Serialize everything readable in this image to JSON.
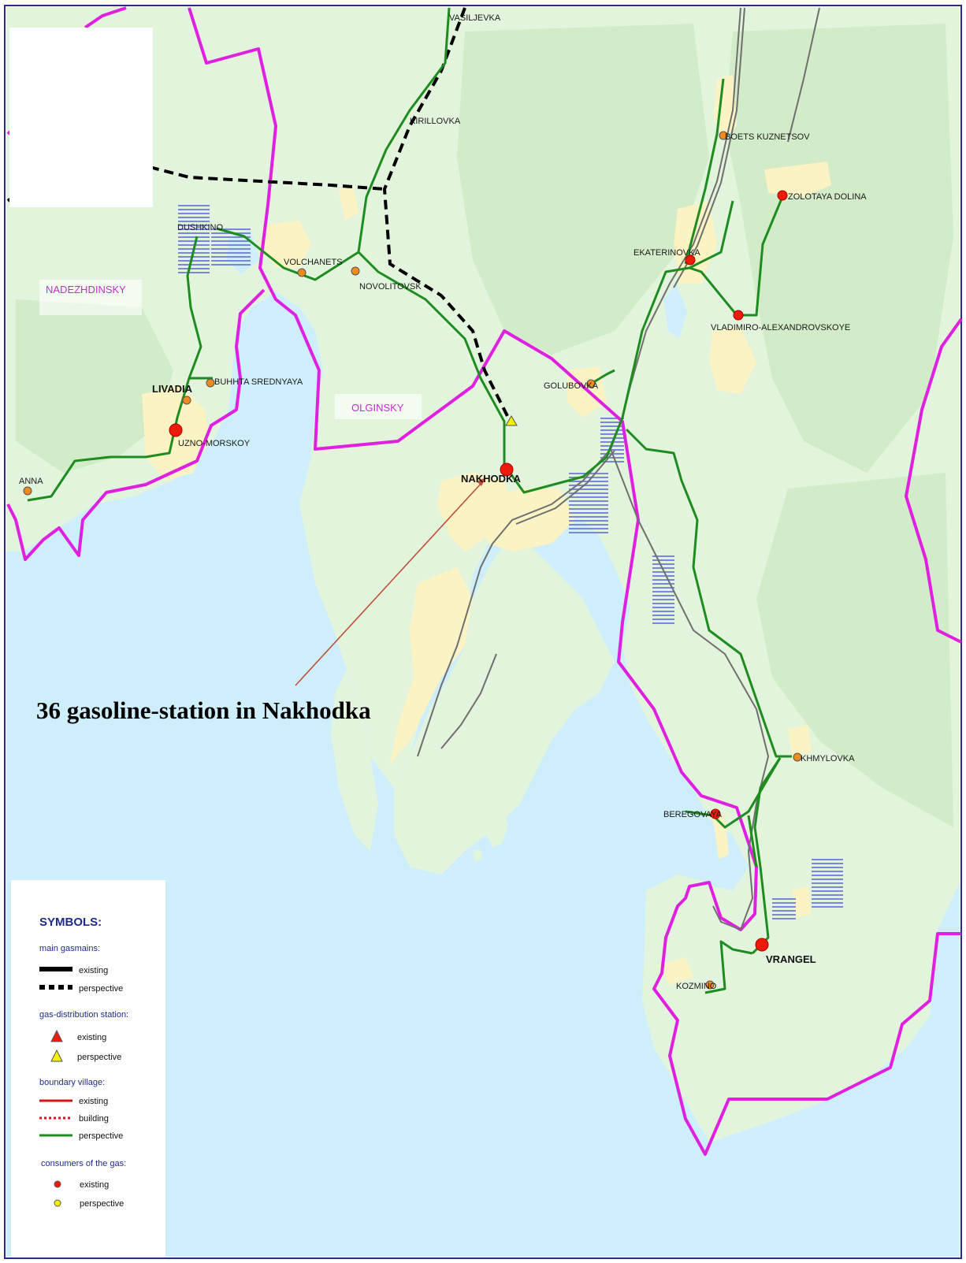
{
  "colors": {
    "sea": "#cdeefa",
    "land": "#e3f4dd",
    "forest": "#d2ebc8",
    "settlement": "#fbf3c4",
    "district_boundary": "#e020e0",
    "gas_perspective": "#1e8c1e",
    "gas_main": "#000000",
    "road": "#707070",
    "existing_red": "#ee1a0a",
    "perspective_orange": "#ef8a1c",
    "perspective_yellow": "#f4f000"
  },
  "districts": [
    {
      "id": "nadezhdinsky",
      "label": "NADEZHDINSKY"
    },
    {
      "id": "olginsky",
      "label": "OLGINSKY"
    }
  ],
  "places": [
    {
      "id": "vasiljevka",
      "label": "VASILJEVKA",
      "status": "none"
    },
    {
      "id": "kirillovka",
      "label": "KIRILLOVKA",
      "status": "none"
    },
    {
      "id": "boets-kuznetsov",
      "label": "BOETS KUZNETSOV",
      "status": "perspective"
    },
    {
      "id": "zolotaya-dolina",
      "label": "ZOLOTAYA DOLINA",
      "status": "existing"
    },
    {
      "id": "dushkino",
      "label": "DUSHKINO",
      "status": "none"
    },
    {
      "id": "volchanets",
      "label": "VOLCHANETS",
      "status": "perspective"
    },
    {
      "id": "novolitovsk",
      "label": "NOVOLITOVSK",
      "status": "perspective"
    },
    {
      "id": "ekaterinovka",
      "label": "EKATERINOVKA",
      "status": "existing"
    },
    {
      "id": "vladimiro-alexandrovskoye",
      "label": "VLADIMIRO-ALEXANDROVSKOYE",
      "status": "existing"
    },
    {
      "id": "livadia",
      "label": "LIVADIA",
      "status": "perspective"
    },
    {
      "id": "buhhta-srednyaya",
      "label": "BUHHTA SREDNYAYA",
      "status": "perspective"
    },
    {
      "id": "uzno-morskoy",
      "label": "UZNO-MORSKOY",
      "status": "existing"
    },
    {
      "id": "golubovka",
      "label": "GOLUBOVKA",
      "status": "perspective"
    },
    {
      "id": "anna",
      "label": "ANNA",
      "status": "perspective"
    },
    {
      "id": "nakhodka",
      "label": "NAKHODKA",
      "status": "existing"
    },
    {
      "id": "khmylovka",
      "label": "KHMYLOVKA",
      "status": "perspective"
    },
    {
      "id": "beregovaya",
      "label": "BEREGOVAYA",
      "status": "existing"
    },
    {
      "id": "vrangel",
      "label": "VRANGEL",
      "status": "existing"
    },
    {
      "id": "kozmino",
      "label": "KOZMINO",
      "status": "perspective"
    }
  ],
  "annotation": {
    "text": "36 gasoline-station in Nakhodka",
    "target": "nakhodka"
  },
  "legend": {
    "title": "SYMBOLS:",
    "sections": [
      {
        "heading": "main gasmains:",
        "items": [
          {
            "symbol": "line-solid-black",
            "label": "existing"
          },
          {
            "symbol": "line-dashed-black",
            "label": "perspective"
          }
        ]
      },
      {
        "heading": "gas-distribution station:",
        "items": [
          {
            "symbol": "triangle-red",
            "label": "existing"
          },
          {
            "symbol": "triangle-yellow",
            "label": "perspective"
          }
        ]
      },
      {
        "heading": "boundary village:",
        "items": [
          {
            "symbol": "line-solid-red",
            "label": "existing"
          },
          {
            "symbol": "line-dotted-red",
            "label": "building"
          },
          {
            "symbol": "line-solid-green",
            "label": "perspective"
          }
        ]
      },
      {
        "heading": "consumers of the gas:",
        "items": [
          {
            "symbol": "dot-red",
            "label": "existing"
          },
          {
            "symbol": "dot-yellow",
            "label": "perspective"
          }
        ]
      }
    ]
  }
}
